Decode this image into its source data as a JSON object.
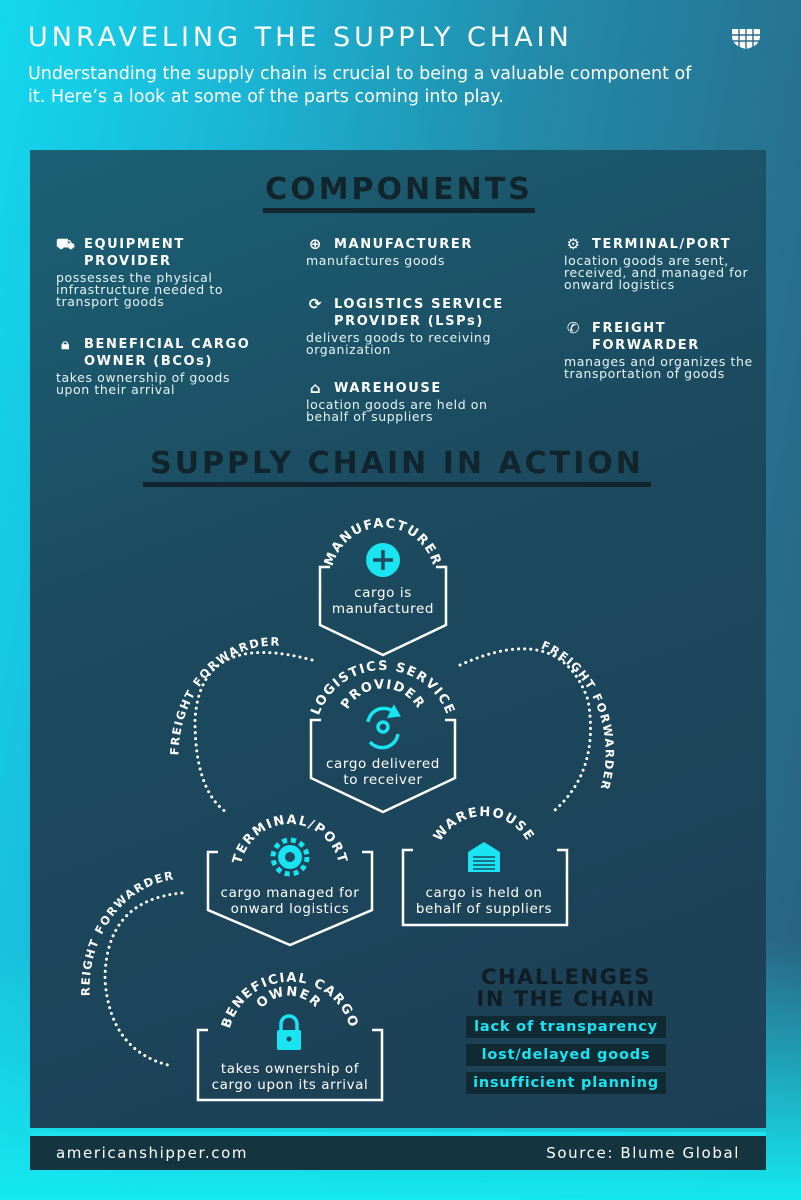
{
  "header": {
    "title": "UNRAVELING THE SUPPLY CHAIN",
    "subtitle": "Understanding the supply chain is crucial to being a valuable component of it. Here’s a look at some of the parts coming into play.",
    "logo_icon": "shield-grid-icon"
  },
  "components": {
    "title": "COMPONENTS",
    "items": [
      {
        "icon": "forklift-icon",
        "name": "EQUIPMENT PROVIDER",
        "desc": "possesses the physical infrastructure needed to transport goods"
      },
      {
        "icon": "lock-icon",
        "name": "BENEFICIAL CARGO OWNER (BCOs)",
        "desc": "takes ownership of goods upon their arrival"
      },
      {
        "icon": "plus-circle-icon",
        "name": "MANUFACTURER",
        "desc": "manufactures goods"
      },
      {
        "icon": "location-cycle-icon",
        "name": "LOGISTICS SERVICE PROVIDER (LSPs)",
        "desc": "delivers goods to receiving organization"
      },
      {
        "icon": "warehouse-icon",
        "name": "WAREHOUSE",
        "desc": "location goods are held on behalf of suppliers"
      },
      {
        "icon": "gear-icon",
        "name": "TERMINAL/PORT",
        "desc": "location goods are sent, received, and managed for onward logistics"
      },
      {
        "icon": "phone-icon",
        "name": "FREIGHT FORWARDER",
        "desc": "manages and organizes the transportation of goods"
      }
    ]
  },
  "action": {
    "title": "SUPPLY CHAIN IN ACTION",
    "nodes": {
      "manufacturer": {
        "label": "MANUFACTURER",
        "l1": "cargo is",
        "l2": "manufactured"
      },
      "lsp": {
        "label": "LOGISTICS SERVICE",
        "label2": "PROVIDER",
        "l1": "cargo delivered",
        "l2": "to receiver"
      },
      "terminal": {
        "label": "TERMINAL/PORT",
        "l1": "cargo managed for",
        "l2": "onward logistics"
      },
      "warehouse": {
        "label": "WAREHOUSE",
        "l1": "cargo is held on",
        "l2": "behalf of suppliers"
      },
      "bco": {
        "label": "BENEFICIAL CARGO",
        "label2": "OWNER",
        "l1": "takes ownership of",
        "l2": "cargo upon its arrival"
      }
    },
    "connector": "FREIGHT FORWARDER",
    "accent": "#19e4f2"
  },
  "challenges": {
    "title": "CHALLENGES IN THE CHAIN",
    "items": [
      "lack of transparency",
      "lost/delayed goods",
      "insufficient planning"
    ]
  },
  "footer": {
    "site": "americanshipper.com",
    "source": "Source: Blume Global"
  }
}
